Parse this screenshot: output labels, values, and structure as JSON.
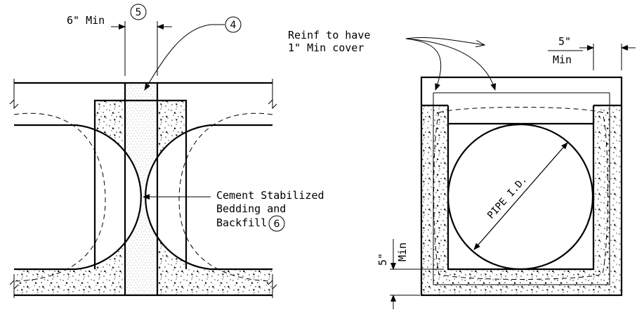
{
  "left_detail": {
    "dim_min": "6\" Min",
    "callout_5": "5",
    "callout_4": "4",
    "bedding_line1": "Cement Stabilized",
    "bedding_line2": "Bedding and",
    "bedding_line3": "Backfill",
    "callout_6": "6"
  },
  "right_detail": {
    "reinf_line1": "Reinf to have",
    "reinf_line2": "1\" Min cover",
    "top_dim_value": "5\"",
    "top_dim_min": "Min",
    "pipe_label": "PIPE I.D.",
    "side_dim_value": "5\"",
    "side_dim_min": "Min"
  }
}
